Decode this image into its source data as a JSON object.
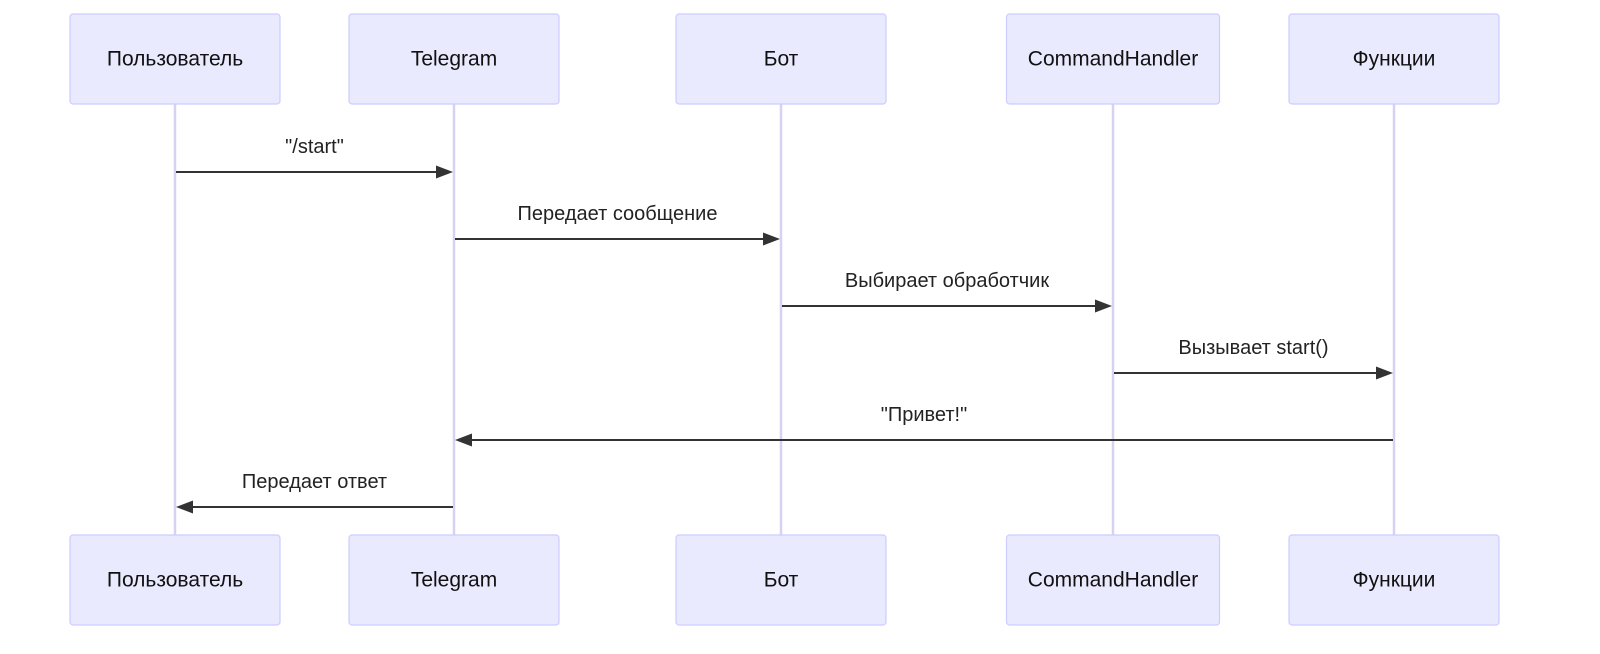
{
  "diagram": {
    "type": "sequence",
    "participants": [
      {
        "id": "user",
        "label": "Пользователь"
      },
      {
        "id": "telegram",
        "label": "Telegram"
      },
      {
        "id": "bot",
        "label": "Бот"
      },
      {
        "id": "handler",
        "label": "CommandHandler"
      },
      {
        "id": "functions",
        "label": "Функции"
      }
    ],
    "messages": [
      {
        "from": "user",
        "to": "telegram",
        "label": "\"/start\""
      },
      {
        "from": "telegram",
        "to": "bot",
        "label": "Передает сообщение"
      },
      {
        "from": "bot",
        "to": "handler",
        "label": "Выбирает обработчик"
      },
      {
        "from": "handler",
        "to": "functions",
        "label": "Вызывает start()"
      },
      {
        "from": "functions",
        "to": "telegram",
        "label": "\"Привет!\""
      },
      {
        "from": "telegram",
        "to": "user",
        "label": "Передает ответ"
      }
    ],
    "colors": {
      "actor_fill": "#eaeaff",
      "actor_stroke": "#ccccff",
      "lifeline": "#d8d1f2",
      "message_line": "#333333",
      "text": "#222222"
    }
  }
}
